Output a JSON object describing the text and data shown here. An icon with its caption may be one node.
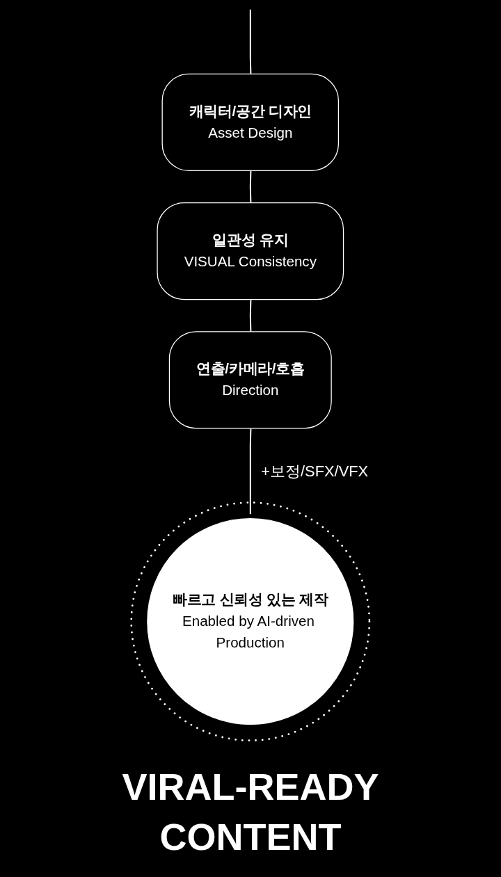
{
  "diagram": {
    "title": "VIRAL-READY CONTENT",
    "nodes": [
      {
        "text": [
          "캐릭터/공간 디자인",
          "Asset Design"
        ]
      },
      {
        "text": [
          "일관성 유지",
          "VISUAL Consistency"
        ]
      },
      {
        "text": [
          "연출/카메라/호흡",
          "Direction"
        ]
      },
      {
        "text": [
          "빠르고 신뢰성 있는 제작",
          "Enabled by AI-driven Production"
        ]
      }
    ],
    "edges": [
      {
        "from": null,
        "to": 0,
        "arrow": "none"
      },
      {
        "from": 0,
        "to": 1,
        "arrow": "none"
      },
      {
        "from": 1,
        "to": 2,
        "arrow": "none"
      },
      {
        "from": 2,
        "to": 3,
        "arrow": "none",
        "label": "+보정/SFX/VFX"
      }
    ]
  }
}
